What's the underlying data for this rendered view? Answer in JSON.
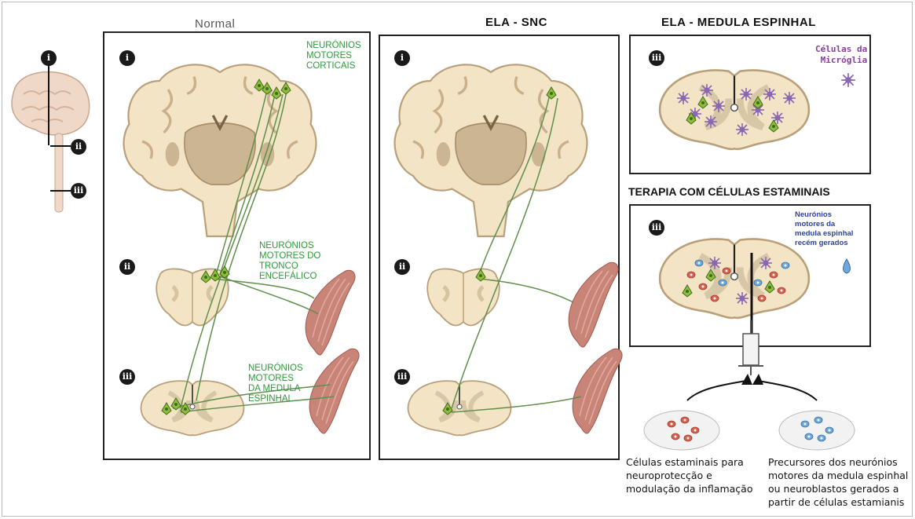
{
  "headers": {
    "normal": "Normal",
    "ela_snc": "ELA - SNC",
    "ela_medula": "ELA - MEDULA ESPINHAL",
    "terapia": "TERAPIA COM CÉLULAS ESTAMINAIS"
  },
  "markers": {
    "i": "i",
    "ii": "ii",
    "iii": "iii"
  },
  "labels": {
    "cortical": [
      "NEURÓNIOS",
      "MOTORES",
      "CORTICAIS"
    ],
    "tronco": [
      "NEURÓNIOS",
      "MOTORES DO",
      "TRONCO",
      "ENCEFÁLICO"
    ],
    "medula": [
      "NEURÓNIOS",
      "MOTORES",
      "DA MEDULA",
      "ESPINHAL"
    ],
    "microglia": [
      "Células da",
      "Micróglia"
    ],
    "novos": [
      "Neurónios",
      "motores da",
      "medula espinhal",
      "recém gerados"
    ]
  },
  "captions": {
    "left": [
      "Células estaminais para",
      "neuroprotecção e",
      "modulação da inflamação"
    ],
    "right": [
      "Precursores dos neurónios",
      "motores da medula espinhal",
      "ou neuroblastos gerados a",
      "partir de células estamianis"
    ]
  },
  "colors": {
    "tissue": "#f3e4c6",
    "tissue_dark": "#c9b08a",
    "neuron": "#8fbf3a",
    "axon": "#5f8f4a",
    "muscle": "#c98478",
    "microglia": "#8a66b3",
    "stem_red": "#d9604f",
    "stem_blue": "#6fa8dc",
    "label_green": "#2e9a3a"
  }
}
